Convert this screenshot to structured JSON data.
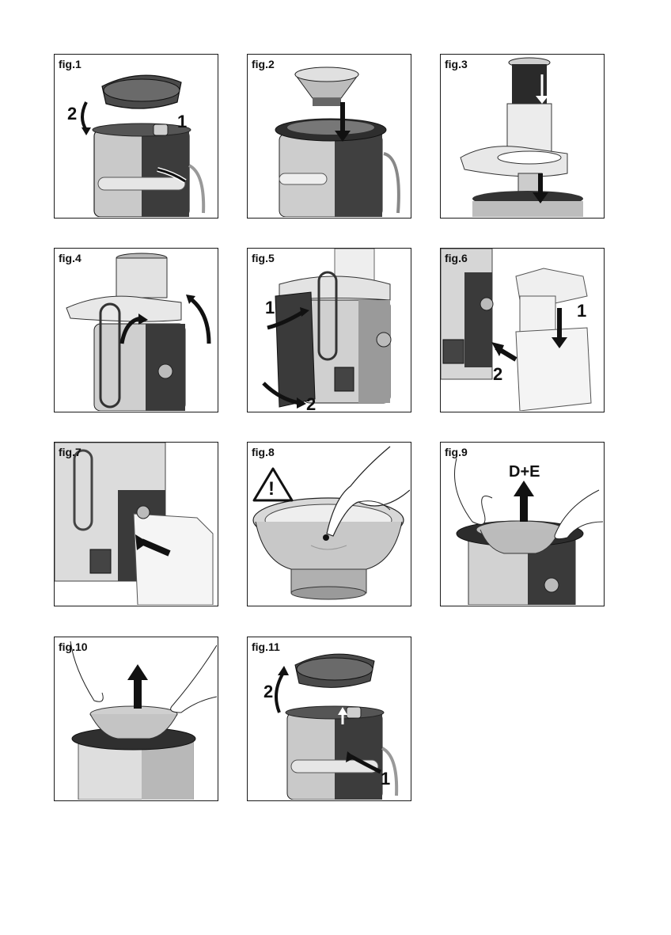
{
  "figures": [
    {
      "id": "fig1",
      "label": "fig.1",
      "numbers": [
        "1",
        "2"
      ]
    },
    {
      "id": "fig2",
      "label": "fig.2",
      "numbers": []
    },
    {
      "id": "fig3",
      "label": "fig.3",
      "numbers": []
    },
    {
      "id": "fig4",
      "label": "fig.4",
      "numbers": []
    },
    {
      "id": "fig5",
      "label": "fig.5",
      "numbers": [
        "1",
        "2"
      ]
    },
    {
      "id": "fig6",
      "label": "fig.6",
      "numbers": [
        "1",
        "2"
      ]
    },
    {
      "id": "fig7",
      "label": "fig.7",
      "numbers": []
    },
    {
      "id": "fig8",
      "label": "fig.8",
      "numbers": [],
      "warning": "!"
    },
    {
      "id": "fig9",
      "label": "fig.9",
      "numbers": [],
      "text": "D+E"
    },
    {
      "id": "fig10",
      "label": "fig.10",
      "numbers": []
    },
    {
      "id": "fig11",
      "label": "fig.11",
      "numbers": [
        "1",
        "2"
      ]
    }
  ],
  "colors": {
    "dark": "#3a3a3a",
    "mid": "#9a9a9a",
    "light": "#d4d4d4",
    "line": "#1a1a1a"
  }
}
